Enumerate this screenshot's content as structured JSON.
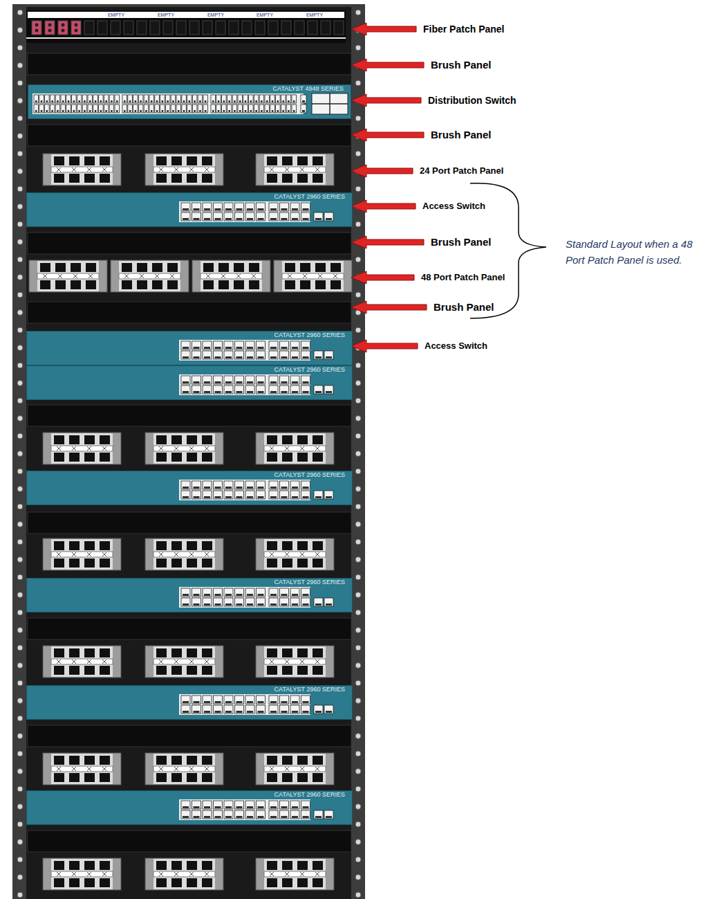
{
  "diagram": {
    "nodes": [
      {
        "text": [
          "EMPTY",
          "EMPTY",
          "EMPTY",
          "EMPTY",
          "EMPTY"
        ]
      },
      {
        "text": [
          "CATALYST 4948 SERIES"
        ]
      },
      {
        "text": [
          "CATALYST 2960 SERIES"
        ]
      },
      {
        "text": [
          "CATALYST 2960 SERIES"
        ]
      },
      {
        "text": [
          "CATALYST 2960 SERIES"
        ]
      },
      {
        "text": [
          "CATALYST 2960 SERIES"
        ]
      },
      {
        "text": [
          "CATALYST 2960 SERIES"
        ]
      },
      {
        "text": [
          "CATALYST 2960 SERIES"
        ]
      },
      {
        "text": [
          "CATALYST 2960 SERIES"
        ]
      }
    ],
    "labels": [
      "Fiber Patch Panel",
      "Brush Panel",
      "Distribution Switch",
      "Brush Panel",
      "24 Port Patch Panel",
      "Access Switch",
      "Brush Panel",
      "48 Port Patch Panel",
      "Brush Panel",
      "Access Switch",
      "Standard Layout when a 48 Port Patch Panel is used."
    ]
  }
}
